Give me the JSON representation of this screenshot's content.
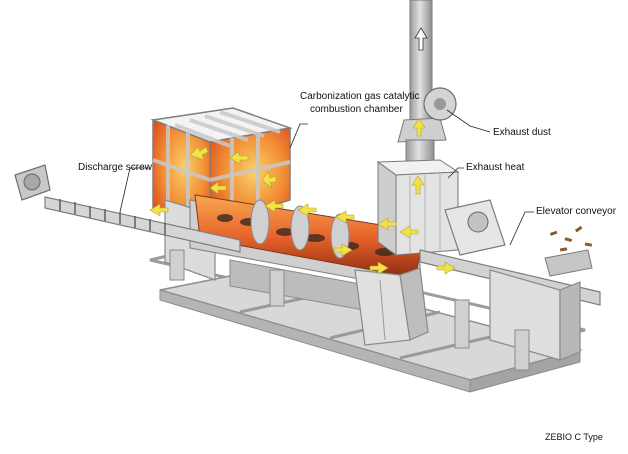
{
  "labels": {
    "carbonization_line1": "Carbonization gas catalytic",
    "carbonization_line2": "combustion chamber",
    "exhaust_dust": "Exhaust dust",
    "exhaust_heat": "Exhaust heat",
    "discharge_screw": "Discharge screw",
    "elevator_conveyor": "Elevator conveyor"
  },
  "caption": "ZEBIO C Type",
  "colors": {
    "steel_light": "#e4e4e4",
    "steel_mid": "#c9c9c9",
    "steel_dark": "#8c8c8c",
    "fire_outer": "#e8642a",
    "fire_inner": "#f7b04a",
    "arrow": "#f2e24a",
    "leader": "#222222"
  },
  "icons": [
    "up-arrow-icon",
    "flow-arrow-icon",
    "fan-icon",
    "motor-icon"
  ]
}
